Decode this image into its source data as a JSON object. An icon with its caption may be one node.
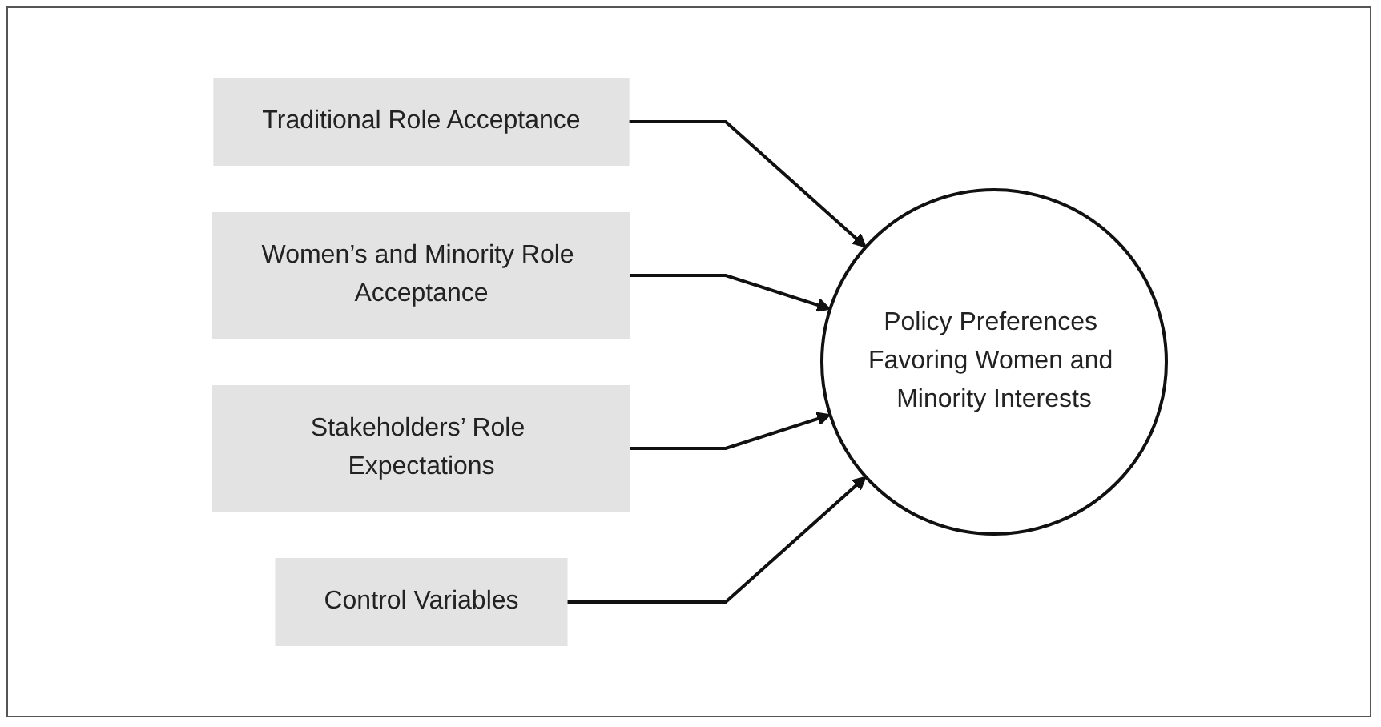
{
  "diagram": {
    "nodes": [
      {
        "text": [
          "Traditional Role Acceptance"
        ]
      },
      {
        "text": [
          "Women’s and Minority Role Acceptance"
        ]
      },
      {
        "text": [
          "Stakeholders’ Role Expectations"
        ]
      },
      {
        "text": [
          "Control Variables"
        ]
      },
      {
        "text": [
          "Policy Preferences Favoring Women and Minority Interests"
        ]
      }
    ],
    "edges": [
      {
        "from": 0,
        "to": 4,
        "arrow": "to"
      },
      {
        "from": 1,
        "to": 4,
        "arrow": "to"
      },
      {
        "from": 2,
        "to": 4,
        "arrow": "to"
      },
      {
        "from": 3,
        "to": 4,
        "arrow": "to"
      }
    ]
  }
}
